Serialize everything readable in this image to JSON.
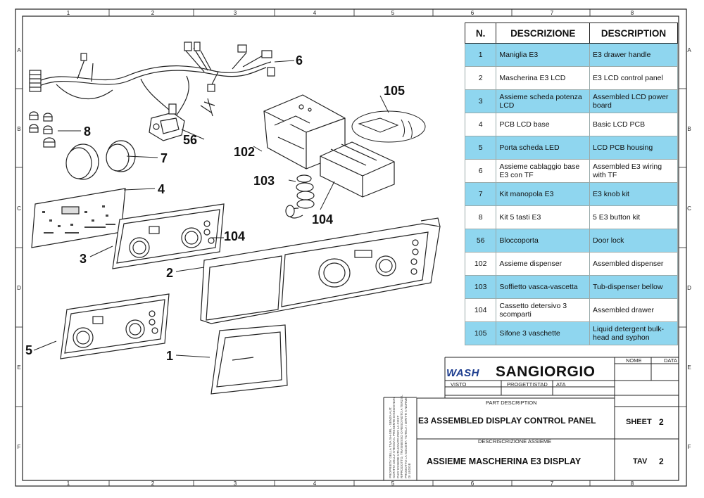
{
  "frame": {
    "columns": [
      "1",
      "2",
      "3",
      "4",
      "5",
      "6",
      "7",
      "8"
    ],
    "rows": [
      "A",
      "B",
      "C",
      "D",
      "E",
      "F"
    ]
  },
  "callouts": {
    "c6": "6",
    "c8": "8",
    "c7": "7",
    "c56": "56",
    "c102": "102",
    "c105": "105",
    "c4": "4",
    "c103": "103",
    "c104a": "104",
    "c104b": "104",
    "c3": "3",
    "c2": "2",
    "c5": "5",
    "c1": "1"
  },
  "parts_table": {
    "headers": {
      "num": "N.",
      "it": "DESCRIZIONE",
      "en": "DESCRIPTION"
    },
    "rows": [
      {
        "num": "1",
        "it": "Maniglia E3",
        "en": "E3 drawer handle"
      },
      {
        "num": "2",
        "it": "Mascherina E3 LCD",
        "en": "E3 LCD control panel"
      },
      {
        "num": "3",
        "it": "Assieme scheda potenza LCD",
        "en": "Assembled LCD power board"
      },
      {
        "num": "4",
        "it": "PCB LCD base",
        "en": "Basic LCD PCB"
      },
      {
        "num": "5",
        "it": "Porta scheda LED",
        "en": "LCD PCB housing"
      },
      {
        "num": "6",
        "it": "Assieme cablaggio base E3 con TF",
        "en": "Assembled E3 wiring with TF"
      },
      {
        "num": "7",
        "it": "Kit manopola E3",
        "en": "E3 knob kit"
      },
      {
        "num": "8",
        "it": "Kit 5 tasti E3",
        "en": "5 E3 button kit"
      },
      {
        "num": "56",
        "it": "Bloccoporta",
        "en": "Door lock"
      },
      {
        "num": "102",
        "it": "Assieme dispenser",
        "en": "Assembled dispenser"
      },
      {
        "num": "103",
        "it": "Soffietto vasca-vascetta",
        "en": "Tub-dispenser bellow"
      },
      {
        "num": "104",
        "it": "Cassetto detersivo 3 scomparti",
        "en": "Assembled drawer"
      },
      {
        "num": "105",
        "it": "Sifone 3 vaschette",
        "en": "Liquid detergent bulk-head and syphon"
      }
    ]
  },
  "title_block": {
    "nome": "NOME",
    "data": "DATA",
    "logo_wash": "WASH",
    "logo_brand": "SANGIORGIO",
    "visto": "VISTO",
    "progettista": "PROGETTISTAD",
    "ata": "ATA",
    "part_description_label": "PART DESCRIPTION",
    "part_description": "E3 ASSEMBLED DISPLAY CONTROL PANEL",
    "sheet_label": "SHEET",
    "sheet_value": "2",
    "descr_label": "DESCRISCRIZIONE ASSIEME",
    "descr_value": "ASSIEME MASCHERINA E3 DISPLAY",
    "tav_label": "TAV",
    "tav_value": "2",
    "property_notice": "PROPRIETA' DELLA TIVA SH-SRL - SENZA AUT. SCRITTA DELLA STESSA IL PRESENTE DISEGN NON PUO' ESSERE UTILIZZATO PER LA COST RIPRODOTTO, TRASMESSO O RESO NOTO A TERZI IL PRODOTTO LA SOCIETA' TUTELA I DIRITTI A NORME DI LEGGE"
  },
  "colors": {
    "highlight_row": "#8fd6ef",
    "logo_wash": "#1d3d8f",
    "line": "#222222"
  }
}
